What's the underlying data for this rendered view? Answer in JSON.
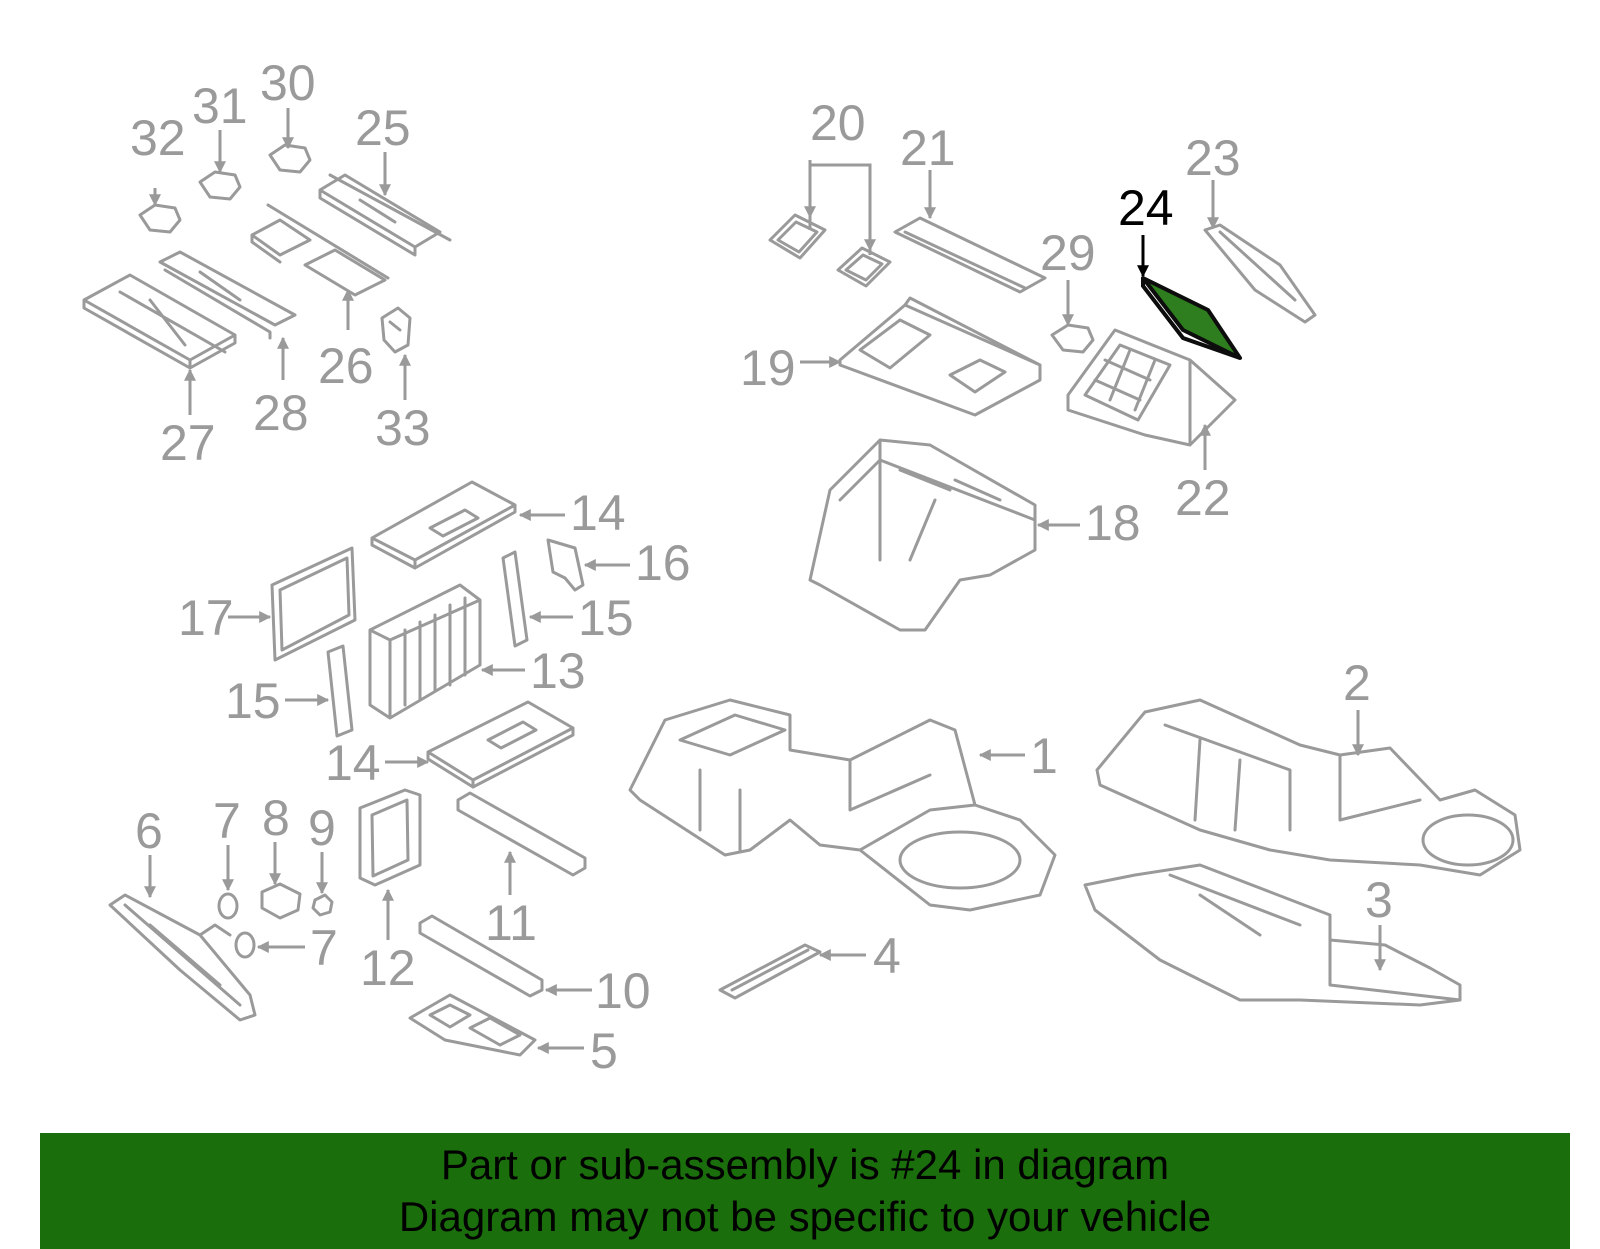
{
  "diagram": {
    "highlighted_part": "24",
    "highlight_color": "#2e7d1e",
    "callouts": [
      "1",
      "2",
      "3",
      "4",
      "5",
      "6",
      "7",
      "7",
      "8",
      "9",
      "10",
      "11",
      "12",
      "13",
      "14",
      "14",
      "15",
      "15",
      "16",
      "17",
      "18",
      "19",
      "20",
      "21",
      "22",
      "23",
      "24",
      "25",
      "26",
      "27",
      "28",
      "29",
      "30",
      "31",
      "32",
      "33"
    ]
  },
  "banner": {
    "line1": "Part or sub-assembly is #24 in diagram",
    "line2": "Diagram may not be specific to your vehicle",
    "background": "#1b6e0c"
  }
}
